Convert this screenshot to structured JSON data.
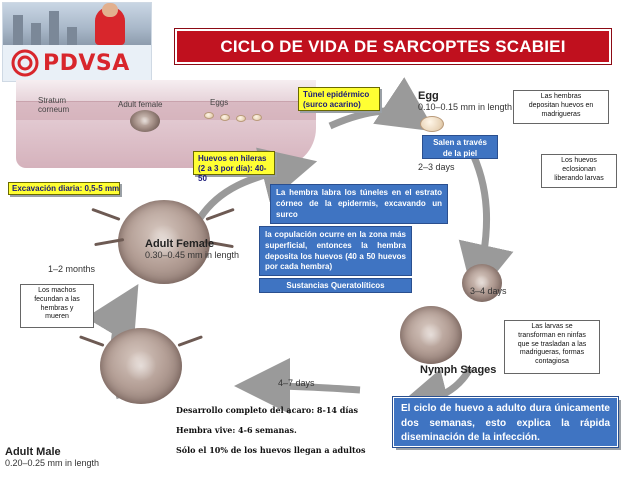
{
  "header": {
    "logo_text": "PDVSA",
    "title": "CICLO DE VIDA DE SARCOPTES SCABIEI"
  },
  "illustration_labels": {
    "stratum": "Stratum\ncorneum",
    "adult_female_small": "Adult female",
    "eggs": "Eggs",
    "egg_title": "Egg",
    "egg_size": "0.10–0.15 mm in length",
    "egg_days": "2–3 days",
    "larva_days": "3–4 days",
    "nymph_title": "Nymph Stages",
    "nymph_days": "4–7 days",
    "adult_female_title": "Adult Female",
    "adult_female_size": "0.30–0.45 mm in length",
    "adult_female_time": "1–2 months",
    "adult_male_title": "Adult Male",
    "adult_male_size": "0.20–0.25 mm in length"
  },
  "annotations": {
    "tunnel": "Túnel epidérmico\n(surco acarino)",
    "eggs_rows": "Huevos en hileras\n(2 a 3 por día): 40-50",
    "excavation": "Excavación diaria: 0,5-5 mm",
    "female_digs": "La hembra labra los túneles en el estrato córneo de la epidermis, excavando un surco",
    "copulation": "la copulación ocurre en la zona más superficial, entonces la hembra deposita los huevos (40 a 50 huevos por cada hembra)",
    "keratolytic": "Sustancias Queratolíticos",
    "leave": "Salen a través\nde la piel",
    "females_deposit": "Las hembras\ndepositan huevos en\nmadrigueras",
    "eggs_hatch": "Los huevos\neclosionan\nliberando larvas",
    "males": "Los machos\nfecundan a las\nhembras y\nmueren",
    "larvae": "Las larvas se\ntransforman en ninfas\nque se trasladan a las\nmadrigueras, formas\ncontagiosa"
  },
  "summary": {
    "development": "Desarrollo completo del acaro: 8-14 días",
    "female_life": "Hembra vive: 4-6 semanas.",
    "ten_percent": "Sólo el 10% de los huevos llegan a adultos",
    "final": "El ciclo de huevo a adulto dura únicamente dos semanas, esto explica la rápida diseminación de la infección."
  },
  "colors": {
    "title_red": "#c0101e",
    "yellow": "#ffff33",
    "blue": "#3f74c2",
    "arrow_grey": "#9a9a9a"
  }
}
